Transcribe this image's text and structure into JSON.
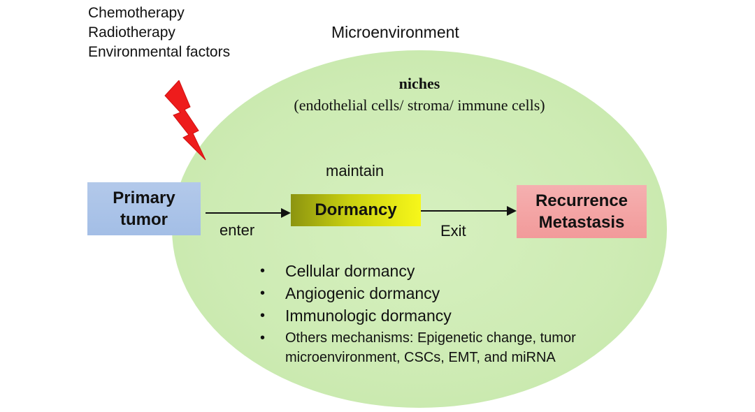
{
  "stressors": [
    "Chemotherapy",
    "Radiotherapy",
    "Environmental factors"
  ],
  "microenvironment_title": "Microenvironment",
  "niches": {
    "title": "niches",
    "subtitle": "(endothelial cells/ stroma/ immune cells)"
  },
  "nodes": {
    "primary": [
      "Primary",
      "tumor"
    ],
    "dormancy": "Dormancy",
    "recurrence": [
      "Recurrence",
      "Metastasis"
    ]
  },
  "edge_labels": {
    "maintain": "maintain",
    "enter": "enter",
    "exit": "Exit"
  },
  "mechanisms": [
    "Cellular dormancy",
    "Angiogenic dormancy",
    "Immunologic dormancy",
    "Others mechanisms: Epigenetic change, tumor microenvironment, CSCs, EMT, and miRNA"
  ],
  "colors": {
    "ellipse": "#cdebb3",
    "primary_box": "#a9c2e8",
    "dormancy_start": "#8c9410",
    "dormancy_end": "#f7f71a",
    "recurrence_box": "#f3a5a5",
    "bolt": "#ee1c1c"
  },
  "icons": {
    "stress": "lightning-bolt-icon"
  }
}
